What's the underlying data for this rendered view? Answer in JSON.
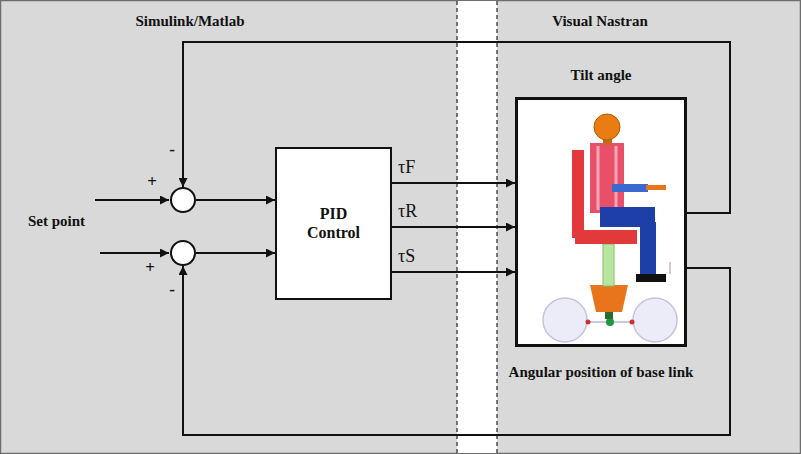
{
  "diagram": {
    "nodes": [
      {
        "text": [
          "+",
          "-"
        ]
      },
      {
        "text": [
          "+",
          "-"
        ]
      },
      {
        "text": [
          "PID Control"
        ]
      },
      {
        "text": [
          "Tilt angle",
          "Angular position of base link"
        ]
      }
    ],
    "edges": [
      {
        "from": 0,
        "to": 2,
        "arrow": "to"
      },
      {
        "from": 1,
        "to": 2,
        "arrow": "to"
      },
      {
        "from": 2,
        "to": 3,
        "label": "τF",
        "arrow": "to"
      },
      {
        "from": 2,
        "to": 3,
        "label": "τR",
        "arrow": "to"
      },
      {
        "from": 2,
        "to": 3,
        "label": "τS",
        "arrow": "to"
      },
      {
        "from": 3,
        "to": 0,
        "arrow": "to"
      },
      {
        "from": 3,
        "to": 1,
        "arrow": "to"
      }
    ],
    "labels": [
      "Simulink/Matlab",
      "Visual Nastran",
      "Set point"
    ]
  }
}
